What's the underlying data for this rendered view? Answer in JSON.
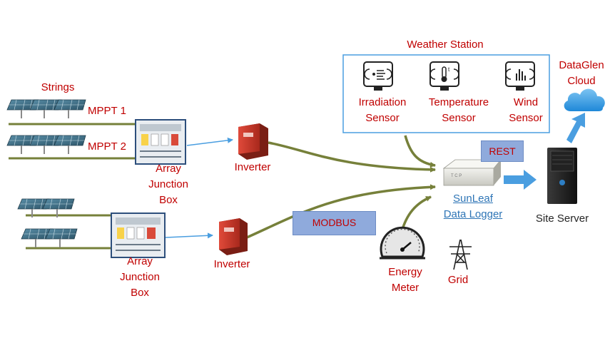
{
  "labels": {
    "weather_station": "Weather Station",
    "irradiation_sensor": [
      "Irradiation",
      "Sensor"
    ],
    "temperature_sensor": [
      "Temperature",
      "Sensor"
    ],
    "wind_sensor": [
      "Wind",
      "Sensor"
    ],
    "dataglen_cloud": [
      "DataGlen",
      "Cloud"
    ],
    "strings": "Strings",
    "mppt1": "MPPT 1",
    "mppt2": "MPPT 2",
    "array_junction_box_top": [
      "Array",
      "Junction",
      "Box"
    ],
    "array_junction_box_bottom": [
      "Array",
      "Junction",
      "Box"
    ],
    "inverter_top": "Inverter",
    "inverter_bottom": "Inverter",
    "rest": "REST",
    "modbus": "MODBUS",
    "sunleaf_data_logger": [
      "SunLeaf",
      "Data Logger"
    ],
    "site_server": "Site Server",
    "energy_meter": [
      "Energy",
      "Meter"
    ],
    "grid": "Grid"
  },
  "colors": {
    "label_red": "#c00000",
    "label_dark": "#262626",
    "link_blue": "#2e75b6",
    "connector_olive": "#76803a",
    "arrow_blue": "#4a9ee0",
    "protocol_tag_fill": "#8faadc",
    "weather_box_border": "#4a9ee0",
    "panel_blue": "#3d6e86",
    "inverter_red": "#c0392b"
  },
  "icons": {
    "irradiation_sensor": "irradiation-sensor-icon",
    "temperature_sensor": "temperature-sensor-icon",
    "wind_sensor": "wind-sensor-icon",
    "cloud": "cloud-icon",
    "solar_panel": "solar-panel-icon",
    "junction_box": "junction-box-icon",
    "inverter": "inverter-icon",
    "data_logger": "data-logger-icon",
    "server": "server-icon",
    "energy_meter": "energy-meter-icon",
    "grid_tower": "grid-tower-icon"
  }
}
